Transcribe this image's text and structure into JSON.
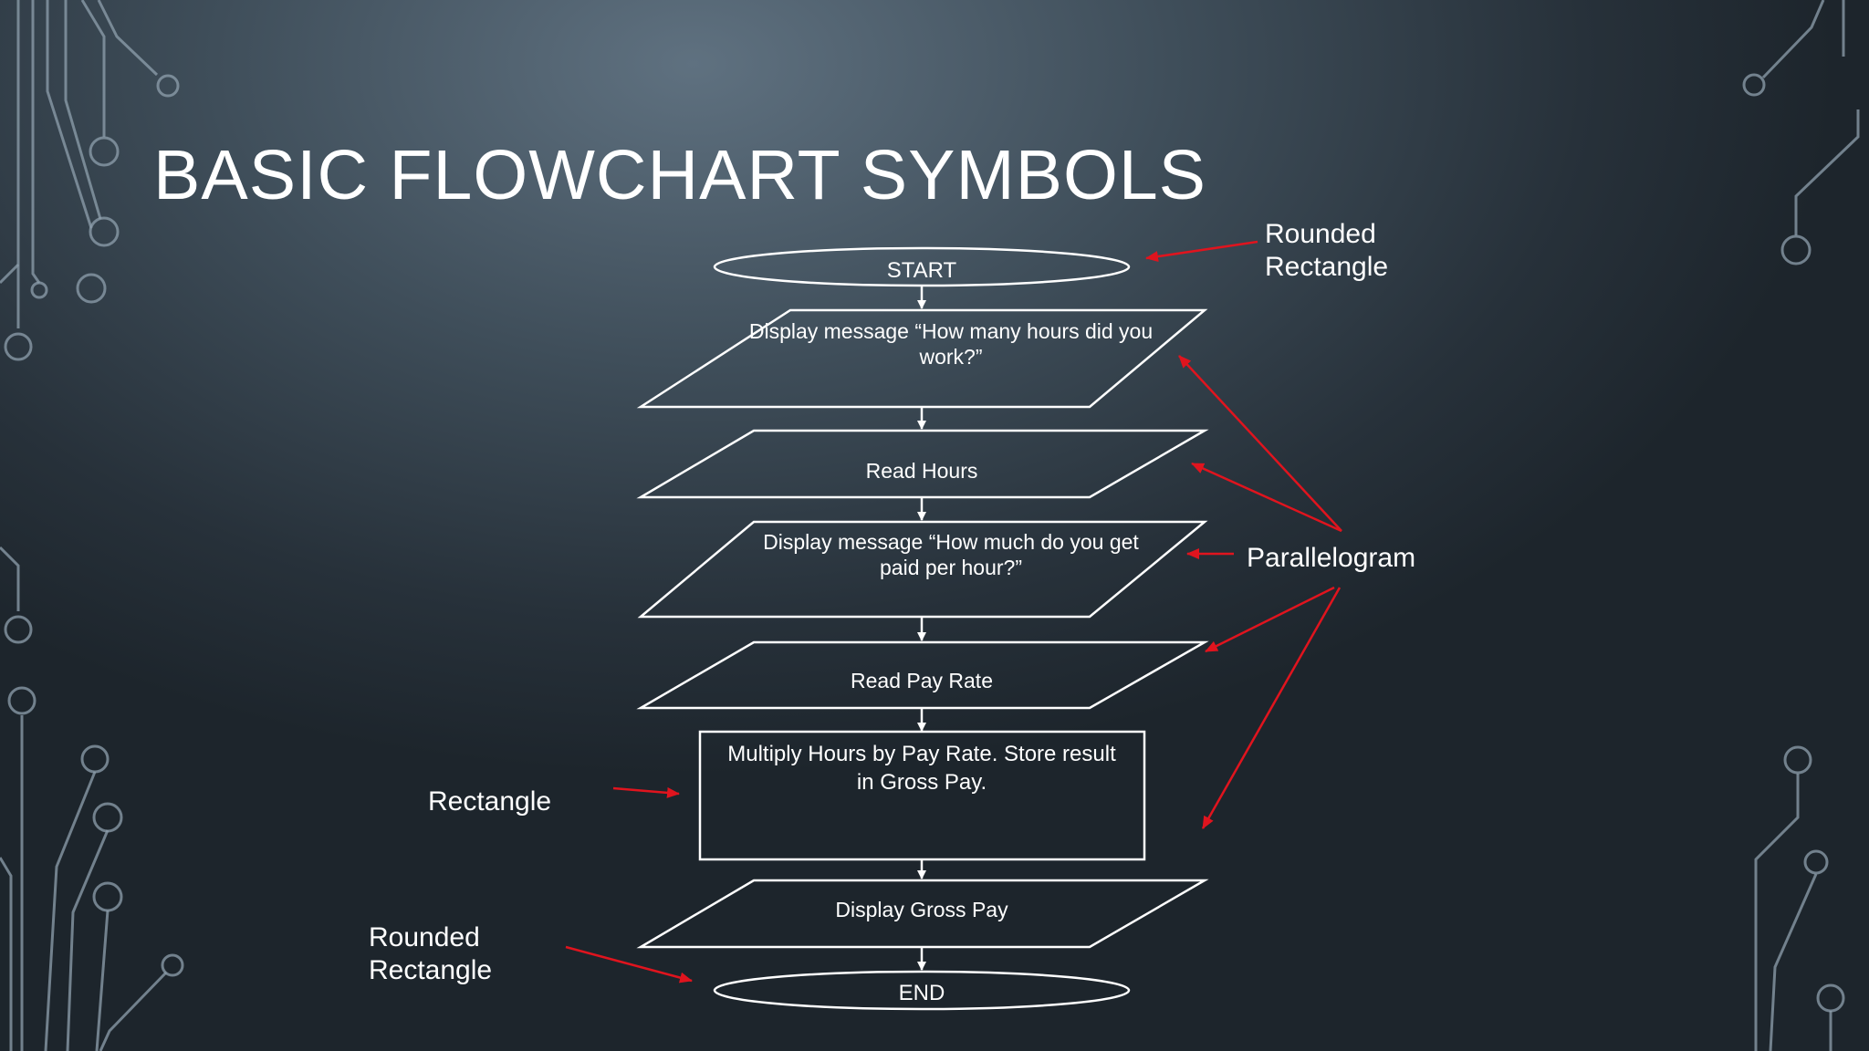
{
  "slide": {
    "title": "BASIC FLOWCHART SYMBOLS"
  },
  "flowchart": {
    "nodes": [
      {
        "id": "start",
        "shape": "rounded-rectangle",
        "lines": [
          "START"
        ]
      },
      {
        "id": "display-hours-prompt",
        "shape": "parallelogram",
        "lines": [
          "Display message “How many hours did you",
          "work?”"
        ]
      },
      {
        "id": "read-hours",
        "shape": "parallelogram",
        "lines": [
          "Read Hours"
        ]
      },
      {
        "id": "display-pay-prompt",
        "shape": "parallelogram",
        "lines": [
          "Display message “How much do you get",
          "paid per hour?”"
        ]
      },
      {
        "id": "read-pay-rate",
        "shape": "parallelogram",
        "lines": [
          "Read Pay Rate"
        ]
      },
      {
        "id": "multiply",
        "shape": "rectangle",
        "lines": [
          "Multiply Hours by Pay Rate. Store result",
          "in Gross Pay."
        ]
      },
      {
        "id": "display-gross-pay",
        "shape": "parallelogram",
        "lines": [
          "Display Gross Pay"
        ]
      },
      {
        "id": "end",
        "shape": "rounded-rectangle",
        "lines": [
          "END"
        ]
      }
    ],
    "edges": [
      [
        "start",
        "display-hours-prompt"
      ],
      [
        "display-hours-prompt",
        "read-hours"
      ],
      [
        "read-hours",
        "display-pay-prompt"
      ],
      [
        "display-pay-prompt",
        "read-pay-rate"
      ],
      [
        "read-pay-rate",
        "multiply"
      ],
      [
        "multiply",
        "display-gross-pay"
      ],
      [
        "display-gross-pay",
        "end"
      ]
    ]
  },
  "annotations": {
    "rounded_rectangle_top": [
      "Rounded",
      "Rectangle"
    ],
    "parallelogram": "Parallelogram",
    "rectangle": "Rectangle",
    "rounded_rectangle_bottom": [
      "Rounded",
      "Rectangle"
    ],
    "arrow_color": "#e0141e"
  },
  "colors": {
    "text": "#ffffff",
    "circuit_decor": "#8fa0ad"
  }
}
